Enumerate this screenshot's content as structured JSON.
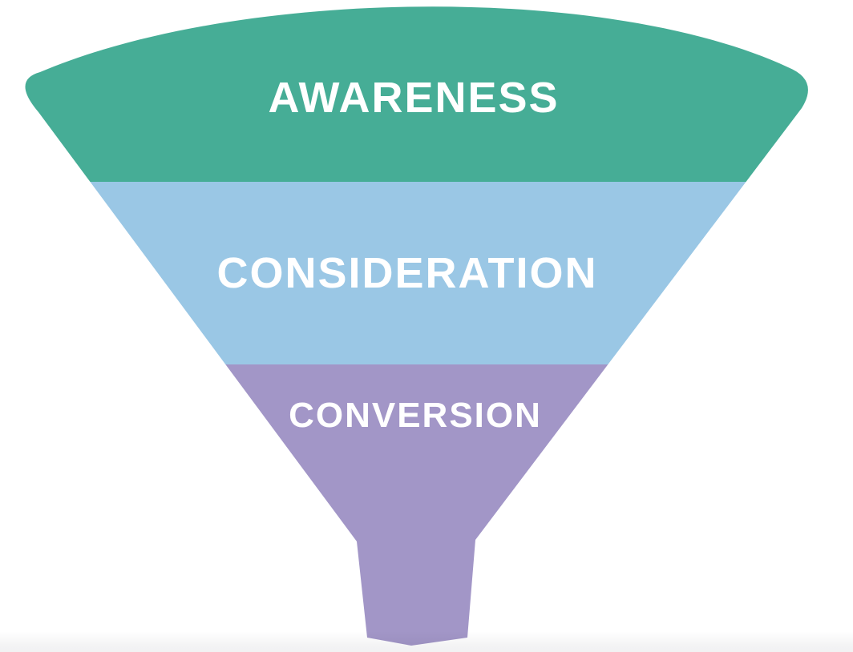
{
  "diagram": {
    "name": "marketing-funnel",
    "background_color": "#FFFFFF",
    "text_color": "#FFFFFF",
    "sections": [
      {
        "label": "AWARENESS",
        "color": "#46AD96"
      },
      {
        "label": "CONSIDERATION",
        "color": "#9AC7E5"
      },
      {
        "label": "CONVERSION",
        "color": "#A296C7"
      }
    ]
  }
}
